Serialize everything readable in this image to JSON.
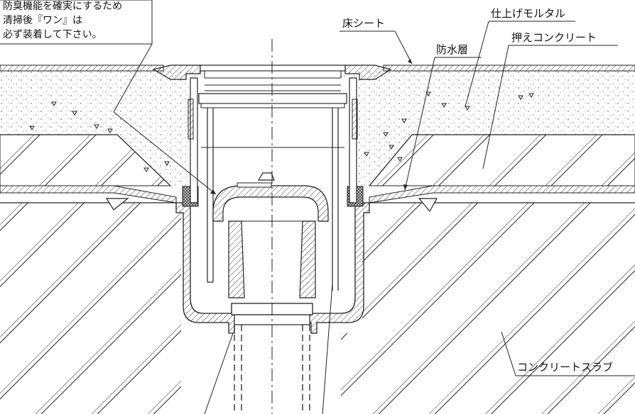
{
  "note": {
    "lines": [
      "防臭機能を確実にするため",
      "清掃後『ワン』は",
      "必ず装着して下さい。"
    ]
  },
  "labels": {
    "floor_sheet": "床シート",
    "finish_mortar": "仕上げモルタル",
    "waterproof_layer": "防水層",
    "pressing_concrete": "押えコンクリート",
    "concrete_slab": "コンクリートスラブ"
  }
}
